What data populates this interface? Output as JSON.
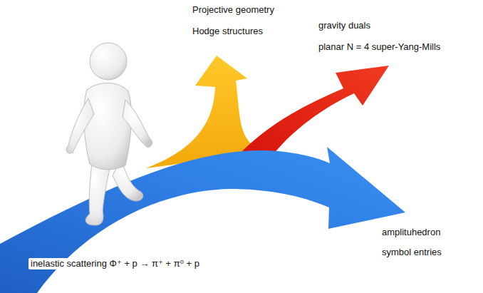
{
  "diagram": {
    "labels": [
      "Projective geometry",
      "Hodge structures",
      "gravity duals",
      "planar N = 4 super-Yang-Mills",
      "amplituhedron",
      "symbol entries",
      "inelastic scattering Φ⁺ + p → π⁺ + π⁰ + p"
    ]
  }
}
